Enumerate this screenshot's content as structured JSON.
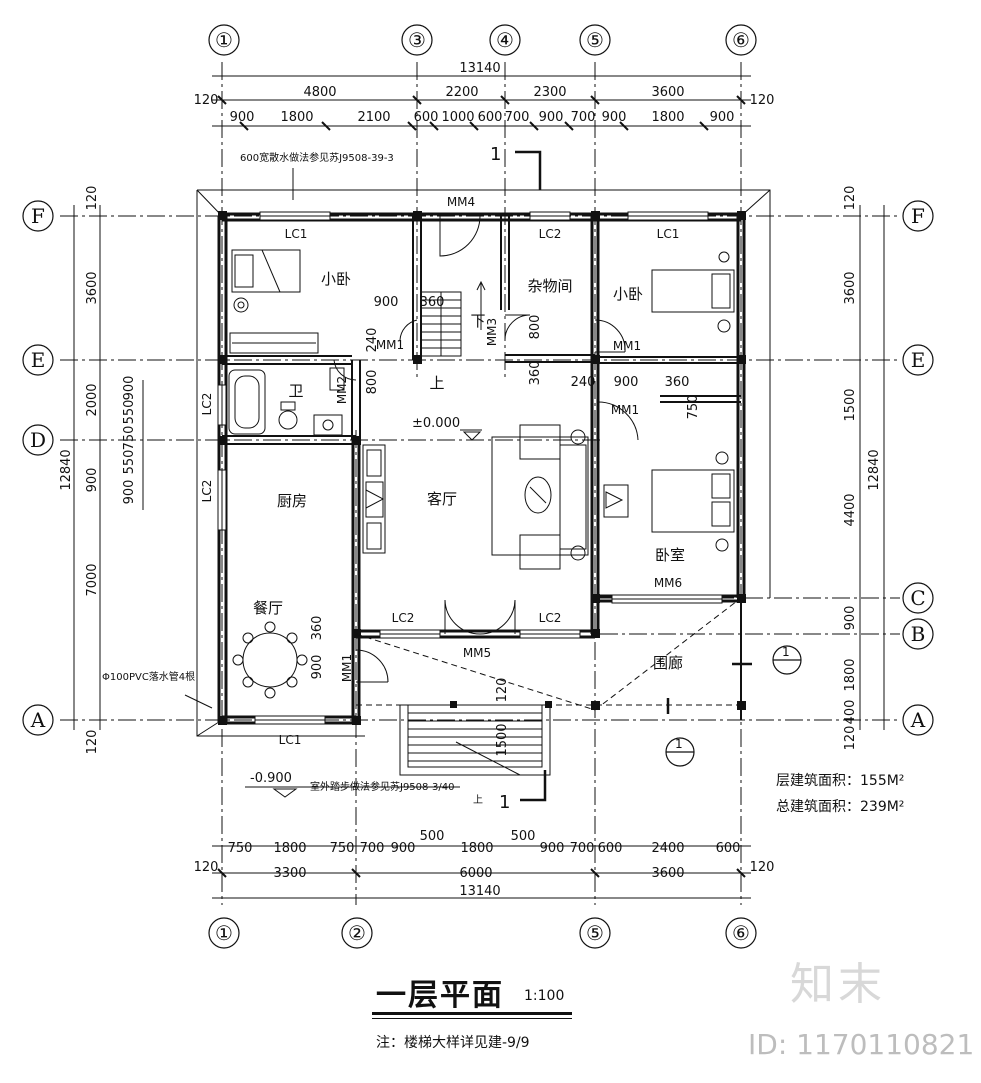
{
  "axes_top": [
    "①",
    "③",
    "④",
    "⑤",
    "⑥"
  ],
  "axes_bottom": [
    "①",
    "②",
    "⑤",
    "⑥"
  ],
  "axes_left": [
    "F",
    "E",
    "D",
    "A"
  ],
  "axes_right": [
    "F",
    "E",
    "C",
    "B",
    "A"
  ],
  "top_total": "13140",
  "top_row1": [
    "4800",
    "2200",
    "2300",
    "3600"
  ],
  "top_row2": [
    "900",
    "1800",
    "2100",
    "600",
    "1000",
    "600",
    "700",
    "900",
    "700",
    "900",
    "1800",
    "900"
  ],
  "top_edge": [
    "120",
    "120"
  ],
  "bottom_row1": [
    "750",
    "1800",
    "750",
    "700",
    "900",
    "500",
    "1800",
    "500",
    "900",
    "700",
    "600",
    "2400",
    "600"
  ],
  "bottom_row2": [
    "3300",
    "6000",
    "3600"
  ],
  "bottom_total": "13140",
  "bottom_edge": [
    "120",
    "120"
  ],
  "left_dims": [
    "120",
    "3600",
    "2000",
    "900",
    "7000",
    "120"
  ],
  "left_small": [
    "900",
    "550",
    "750",
    "550",
    "900"
  ],
  "left_total": "12840",
  "right_dims": [
    "120",
    "3600",
    "1500",
    "4400",
    "900",
    "1800",
    "400",
    "120"
  ],
  "right_total": "12840",
  "rooms": {
    "small_bed_left": "小卧",
    "storage": "杂物间",
    "small_bed_right": "小卧",
    "bath": "卫",
    "kitchen": "厨房",
    "living": "客厅",
    "bedroom": "卧室",
    "dining": "餐厅",
    "veranda": "围廊",
    "up_stair": "上",
    "down_stair": "下",
    "up_bottom": "上"
  },
  "openings": {
    "lc1_a": "LC1",
    "lc1_b": "LC1",
    "lc1_c": "LC1",
    "lc2_a": "LC2",
    "lc2_b": "LC2",
    "lc2_c": "LC2",
    "lc2_d": "LC2",
    "lc2_e": "LC2",
    "mm1_a": "MM1",
    "mm1_b": "MM1",
    "mm1_c": "MM1",
    "mm1_d": "MM1",
    "mm2": "MM2",
    "mm3": "MM3",
    "mm4": "MM4",
    "mm5": "MM5",
    "mm6": "MM6"
  },
  "inner_dims": {
    "d900a": "900",
    "d360a": "360",
    "d240a": "240",
    "d800a": "800",
    "d800b": "800",
    "d360b": "360",
    "d240b": "240",
    "d900b": "900",
    "d360c": "360",
    "d750": "750",
    "d360d": "360",
    "d900c": "900",
    "d120": "120",
    "d1500": "1500"
  },
  "level_main": "±0.000",
  "level_out": "-0.900",
  "section_mark": "1",
  "section_circle": "1",
  "notes": {
    "eave": "600宽散水做法参见苏J9508-39-3",
    "pipe": "Φ100PVC落水管4根",
    "steps": "室外踏步做法参见苏J9508-3/40"
  },
  "floor_area": "层建筑面积：155M²",
  "total_area": "总建筑面积：239M²",
  "title": "一层平面",
  "scale": "1:100",
  "footnote": "注：楼梯大样详见建-9/9",
  "brand": "知末",
  "image_id": "ID: 1170110821"
}
